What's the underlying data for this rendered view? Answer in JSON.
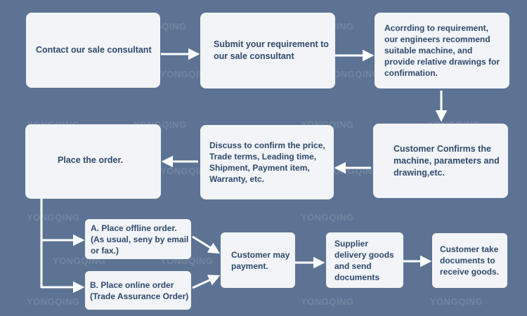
{
  "watermark": "YONGQING",
  "colors": {
    "background": "#5d7393",
    "box": "#f2f4f7",
    "text": "#2f4a6d",
    "arrow": "#ffffff"
  },
  "steps": {
    "contact": "Contact our sale consultant",
    "submit": "Submit your requirement to\nour sale consultant",
    "recommend": "Acorrding to requirement,\nour engineers recommend\nsuitable machine, and\nprovide relative drawings for\nconfirmation.",
    "confirm": "Customer Confirms the\nmachine, parameters and\ndrawing,etc.",
    "discuss": "Discuss to confirm the price,\nTrade terms, Leading time,\nShipment, Payment item,\nWarranty, etc.",
    "place_order": "Place the order.",
    "offline": "A. Place offline order.\n(As usual, seny by email\nor fax.)",
    "online": "B. Place online order\n(Trade Assurance Order)",
    "payment": "Customer may\npayment.",
    "delivery": "Supplier\ndelivery goods\nand send\ndocuments",
    "receive": "Customer take\ndocuments to\nreceive goods."
  }
}
